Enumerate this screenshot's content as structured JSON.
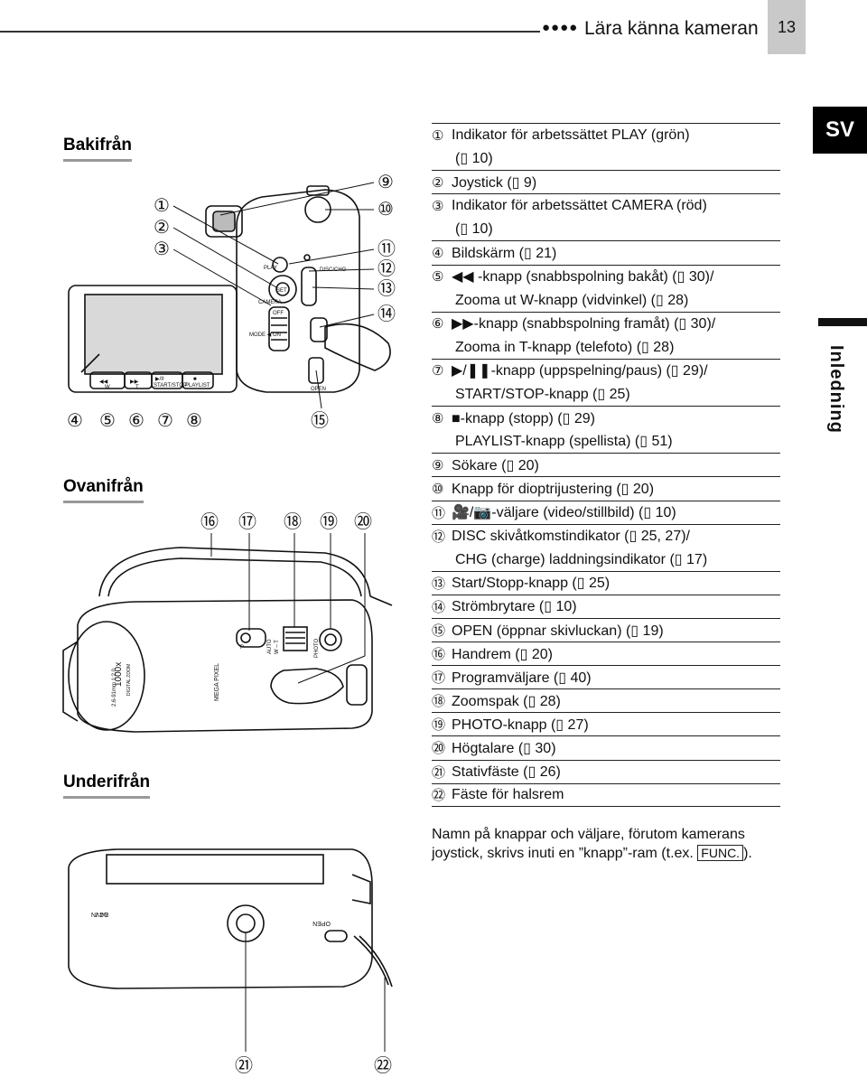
{
  "header": {
    "dots": "●●●●",
    "title": "Lära känna kameran",
    "page_number": "13"
  },
  "side": {
    "language": "SV",
    "section": "Inledning"
  },
  "views": {
    "back": "Bakifrån",
    "top": "Ovanifrån",
    "bottom": "Underifrån"
  },
  "callouts": {
    "back": [
      "①",
      "②",
      "③",
      "④",
      "⑤",
      "⑥",
      "⑦",
      "⑧",
      "⑨",
      "⑩",
      "⑪",
      "⑫",
      "⑬",
      "⑭",
      "⑮"
    ],
    "top": [
      "⑯",
      "⑰",
      "⑱",
      "⑲",
      "⑳"
    ],
    "bottom": [
      "㉑",
      "㉒"
    ]
  },
  "camera_labels": {
    "rew": "◀◀",
    "w": "W",
    "ff": "▶▶",
    "t": "T",
    "play_pause": "▶/II",
    "start_stop": "START/STOP",
    "stop_sym": "■",
    "playlist": "PLAYLIST",
    "set": "SET",
    "play": "PLAY",
    "camera": "CAMERA",
    "mode_on": "MODE ◀ ON",
    "off": "OFF",
    "disc": "DISC/CHG",
    "open": "OPEN",
    "auto": "AUTO",
    "p": "P",
    "wt": "W – T",
    "photo": "PHOTO",
    "megapixel": "MEGA PIXEL",
    "zoom": "1000x",
    "digital_zoom": "DIGITAL ZOOM",
    "lens": "2.6-91mm 1:2.0",
    "dc_in": "DC IN",
    "volts": "8.4V"
  },
  "legend": [
    {
      "n": "①",
      "text": "Indikator för arbetssättet PLAY (grön)",
      "cont": "(▯ 10)"
    },
    {
      "n": "②",
      "text": "Joystick (▯ 9)"
    },
    {
      "n": "③",
      "text": "Indikator för arbetssättet CAMERA (röd)",
      "cont": "(▯ 10)"
    },
    {
      "n": "④",
      "text": "Bildskärm (▯ 21)"
    },
    {
      "n": "⑤",
      "text": "◀◀ -knapp (snabbspolning bakåt) (▯ 30)/",
      "cont": "Zooma ut W-knapp (vidvinkel) (▯ 28)"
    },
    {
      "n": "⑥",
      "text": "▶▶-knapp (snabbspolning framåt) (▯ 30)/",
      "cont": "Zooma in T-knapp (telefoto) (▯ 28)"
    },
    {
      "n": "⑦",
      "text": "▶/❚❚-knapp (uppspelning/paus) (▯ 29)/",
      "cont": "START/STOP-knapp (▯ 25)"
    },
    {
      "n": "⑧",
      "text": "■-knapp (stopp) (▯ 29)",
      "cont": "PLAYLIST-knapp (spellista) (▯ 51)"
    },
    {
      "n": "⑨",
      "text": "Sökare (▯ 20)"
    },
    {
      "n": "⑩",
      "text": "Knapp för dioptrijustering (▯ 20)"
    },
    {
      "n": "⑪",
      "text": "🎥/📷-väljare (video/stillbild) (▯ 10)"
    },
    {
      "n": "⑫",
      "text": "DISC skivåtkomstindikator (▯ 25, 27)/",
      "cont": "CHG (charge) laddningsindikator (▯ 17)"
    },
    {
      "n": "⑬",
      "text": "Start/Stopp-knapp (▯ 25)"
    },
    {
      "n": "⑭",
      "text": "Strömbrytare (▯ 10)"
    },
    {
      "n": "⑮",
      "text": "OPEN (öppnar skivluckan) (▯ 19)"
    },
    {
      "n": "⑯",
      "text": "Handrem (▯ 20)"
    },
    {
      "n": "⑰",
      "text": "Programväljare (▯ 40)"
    },
    {
      "n": "⑱",
      "text": "Zoomspak (▯ 28)"
    },
    {
      "n": "⑲",
      "text": "PHOTO-knapp (▯ 27)"
    },
    {
      "n": "⑳",
      "text": "Högtalare (▯ 30)"
    },
    {
      "n": "㉑",
      "text": "Stativfäste (▯ 26)"
    },
    {
      "n": "㉒",
      "text": "Fäste för halsrem"
    }
  ],
  "note": {
    "before": "Namn på knappar och väljare, förutom kamerans joystick, skrivs inuti en ”knapp”-ram (t.ex. ",
    "func": "FUNC.",
    "after": ")."
  }
}
